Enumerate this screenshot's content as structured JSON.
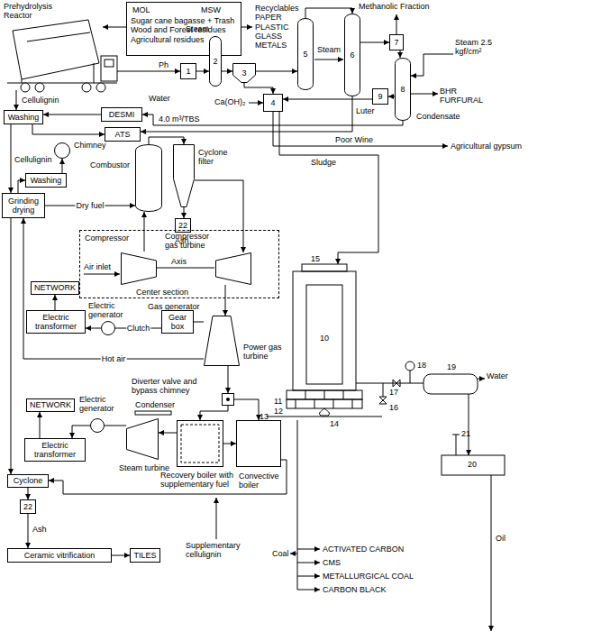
{
  "diagram": {
    "nodes": [
      {
        "text": [
          "MOL",
          "MSW",
          "Sugar cane bagasse + Trash Wood and Forest residues Agricultural residues"
        ]
      },
      {
        "text": [
          "1"
        ]
      },
      {
        "text": [
          "2"
        ]
      },
      {
        "text": [
          "3"
        ]
      },
      {
        "text": [
          "4"
        ]
      },
      {
        "text": [
          "5"
        ]
      },
      {
        "text": [
          "6"
        ]
      },
      {
        "text": [
          "7"
        ]
      },
      {
        "text": [
          "8"
        ]
      },
      {
        "text": [
          "9"
        ]
      },
      {
        "text": [
          "Washing"
        ]
      },
      {
        "text": [
          "DESMI"
        ]
      },
      {
        "text": [
          "ATS"
        ]
      },
      {
        "text": [
          "Chimney"
        ]
      },
      {
        "text": [
          "Washing"
        ]
      },
      {
        "text": [
          "Grinding drying"
        ]
      },
      {
        "text": [
          "Combustor"
        ]
      },
      {
        "text": [
          "Cyclone filter"
        ]
      },
      {
        "text": [
          "22"
        ]
      },
      {
        "text": [
          "Center section",
          "Gas generator"
        ]
      },
      {
        "text": [
          "Compressor"
        ],
        "in": 19
      },
      {
        "text": [
          "Compressor gas turbine"
        ],
        "in": 19
      },
      {
        "text": [
          "NETWORK"
        ]
      },
      {
        "text": [
          "Electric transformer"
        ]
      },
      {
        "text": [
          "Electric generator"
        ]
      },
      {
        "text": [
          "Gear box"
        ]
      },
      {
        "text": [
          "Power gas turbine"
        ]
      },
      {
        "text": [
          "Diverter valve and bypass chimney"
        ]
      },
      {
        "text": [
          "NETWORK"
        ]
      },
      {
        "text": [
          "Electric transformer"
        ]
      },
      {
        "text": [
          "Electric generator"
        ]
      },
      {
        "text": [
          "Steam turbine"
        ]
      },
      {
        "text": [
          "Recovery boiler with supplementary fuel"
        ]
      },
      {
        "text": [
          "Convective boiler"
        ]
      },
      {
        "text": [
          "Cyclone"
        ]
      },
      {
        "text": [
          "22"
        ]
      },
      {
        "text": [
          "Ceramic vitrification"
        ]
      },
      {
        "text": [
          "TILES"
        ]
      }
    ],
    "edges": [
      {
        "from": 1,
        "to": 2,
        "arrow": "to"
      },
      {
        "from": 2,
        "to": 3,
        "arrow": "to"
      },
      {
        "from": 3,
        "to": 4,
        "arrow": "to"
      },
      {
        "from": 3,
        "to": 5,
        "arrow": "to"
      },
      {
        "from": 5,
        "to": 6,
        "arrow": "to"
      },
      {
        "from": 6,
        "to": 7,
        "arrow": "to"
      },
      {
        "from": 7,
        "to": 8,
        "arrow": "to"
      },
      {
        "from": 8,
        "to": 9,
        "arrow": "to"
      },
      {
        "from": 9,
        "to": 4,
        "arrow": "to"
      },
      {
        "from": 11,
        "to": 10,
        "arrow": "to"
      },
      {
        "from": 10,
        "to": 12,
        "arrow": "to"
      },
      {
        "from": 10,
        "to": 15,
        "arrow": "to"
      },
      {
        "from": 14,
        "to": 13,
        "arrow": "to"
      },
      {
        "from": 15,
        "to": 14,
        "arrow": "to"
      },
      {
        "from": 15,
        "to": 16,
        "label": "Dry fuel",
        "arrow": "to"
      },
      {
        "from": 16,
        "to": 17,
        "arrow": "to"
      },
      {
        "from": 17,
        "to": 18,
        "arrow": "to"
      },
      {
        "from": 17,
        "to": 21,
        "arrow": "to"
      },
      {
        "from": 21,
        "to": 26,
        "arrow": "to"
      },
      {
        "from": 26,
        "to": 25,
        "arrow": "none"
      },
      {
        "from": 25,
        "to": 24,
        "label": "Clutch",
        "arrow": "none"
      },
      {
        "from": 24,
        "to": 23,
        "arrow": "to"
      },
      {
        "from": 23,
        "to": 22,
        "arrow": "to"
      },
      {
        "from": 26,
        "to": 15,
        "label": "Hot air",
        "arrow": "to"
      },
      {
        "from": 26,
        "to": 27,
        "arrow": "to"
      },
      {
        "from": 27,
        "to": 32,
        "arrow": "to"
      },
      {
        "from": 27,
        "to": 33,
        "arrow": "to"
      },
      {
        "from": 32,
        "to": 33,
        "arrow": "to"
      },
      {
        "from": 32,
        "to": 31,
        "arrow": "to"
      },
      {
        "from": 31,
        "to": 30,
        "arrow": "none"
      },
      {
        "from": 30,
        "to": 29,
        "arrow": "to"
      },
      {
        "from": 29,
        "to": 28,
        "arrow": "to"
      },
      {
        "from": 33,
        "to": 34,
        "arrow": "to"
      },
      {
        "from": 34,
        "to": 35,
        "arrow": "to"
      },
      {
        "from": 35,
        "to": 36,
        "arrow": "to"
      },
      {
        "from": 36,
        "to": 37,
        "arrow": "to"
      },
      {
        "from": 15,
        "to": 34,
        "arrow": "to"
      }
    ],
    "labels": [
      "Prehydrolysis Reactor",
      "Recyclables PAPER PLASTIC GLASS METALS",
      "Methanolic Fraction",
      "Steam",
      "Steam",
      "Steam 2.5 kgf/cm²",
      "Ph",
      "Water",
      "Ca(OH)₂",
      "4.0 m³/TBS",
      "Luter",
      "Condensate",
      "BHR FURFURAL",
      "Poor Wine",
      "Agricultural gypsum",
      "Sludge",
      "Cellulignin",
      "Cellulignin",
      "Ash",
      "Air inlet",
      "Axis",
      "Condenser",
      "Ash",
      "Supplementary cellulignin",
      "Coal",
      "ACTIVATED CARBON",
      "CMS",
      "METALLURGICAL COAL",
      "CARBON BLACK",
      "15",
      "10",
      "11",
      "12",
      "13",
      "14",
      "18",
      "17",
      "16",
      "19",
      "Water",
      "21",
      "20",
      "Oil"
    ]
  }
}
